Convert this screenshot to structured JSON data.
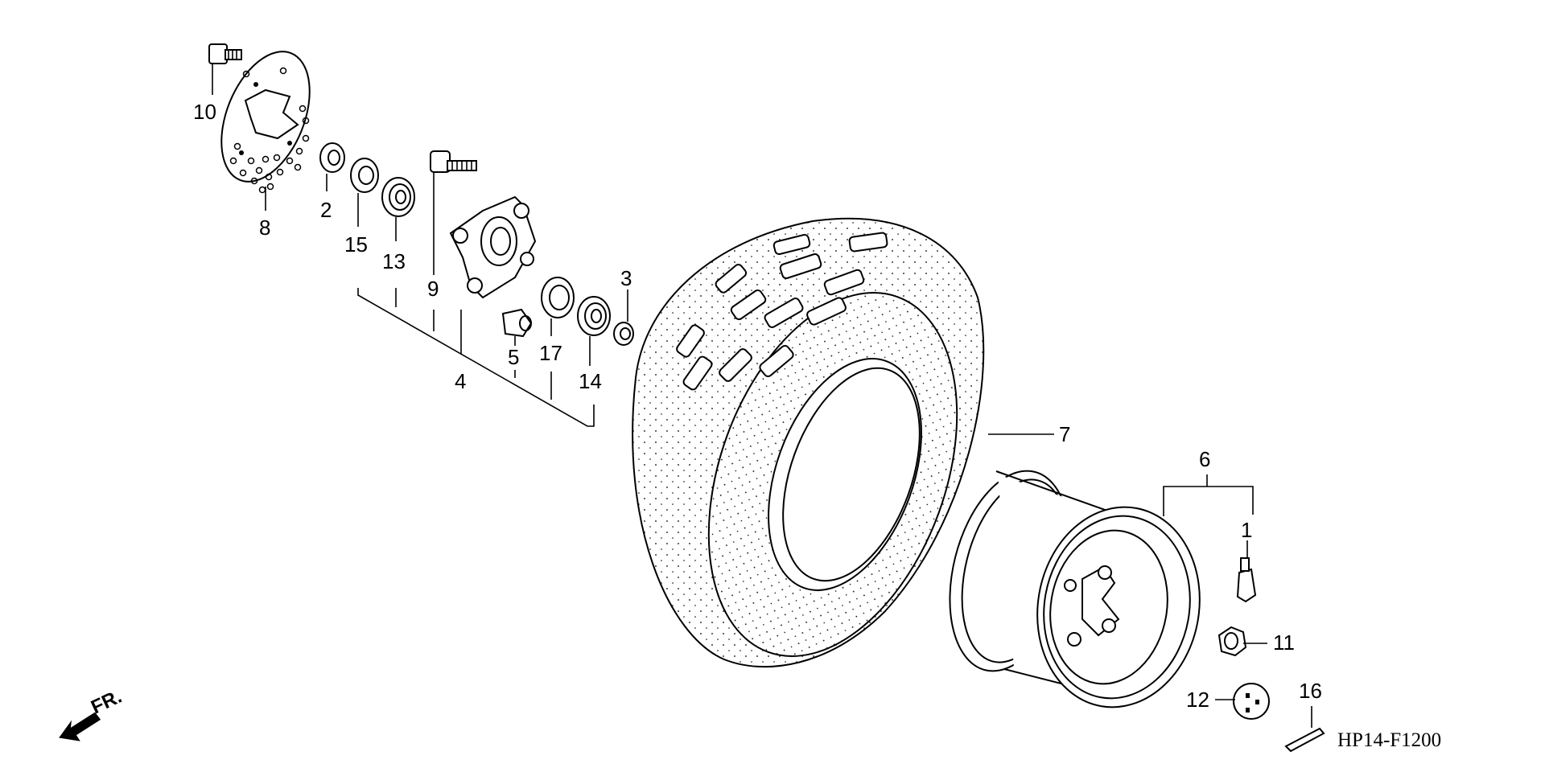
{
  "diagram": {
    "code": "HP14-F1200",
    "direction_label": "FR.",
    "callouts": {
      "c1": "1",
      "c2": "2",
      "c3": "3",
      "c4": "4",
      "c5": "5",
      "c6": "6",
      "c7": "7",
      "c8": "8",
      "c9": "9",
      "c10": "10",
      "c11": "11",
      "c12": "12",
      "c13": "13",
      "c14": "14",
      "c15": "15",
      "c16": "16",
      "c17": "17"
    },
    "parts": [
      {
        "ref": "1",
        "name": "valve-stem"
      },
      {
        "ref": "2",
        "name": "dust-seal"
      },
      {
        "ref": "3",
        "name": "distance-collar"
      },
      {
        "ref": "4",
        "name": "wheel-hub"
      },
      {
        "ref": "5",
        "name": "distance-collar-hub"
      },
      {
        "ref": "6",
        "name": "wheel-rim-assembly"
      },
      {
        "ref": "7",
        "name": "tire"
      },
      {
        "ref": "8",
        "name": "brake-disc"
      },
      {
        "ref": "9",
        "name": "hub-stud-bolt"
      },
      {
        "ref": "10",
        "name": "disc-bolt"
      },
      {
        "ref": "11",
        "name": "wheel-nut"
      },
      {
        "ref": "12",
        "name": "castle-nut"
      },
      {
        "ref": "13",
        "name": "radial-bearing"
      },
      {
        "ref": "14",
        "name": "radial-bearing-outer"
      },
      {
        "ref": "15",
        "name": "oil-seal"
      },
      {
        "ref": "16",
        "name": "cotter-pin"
      },
      {
        "ref": "17",
        "name": "oil-seal-outer"
      }
    ]
  }
}
